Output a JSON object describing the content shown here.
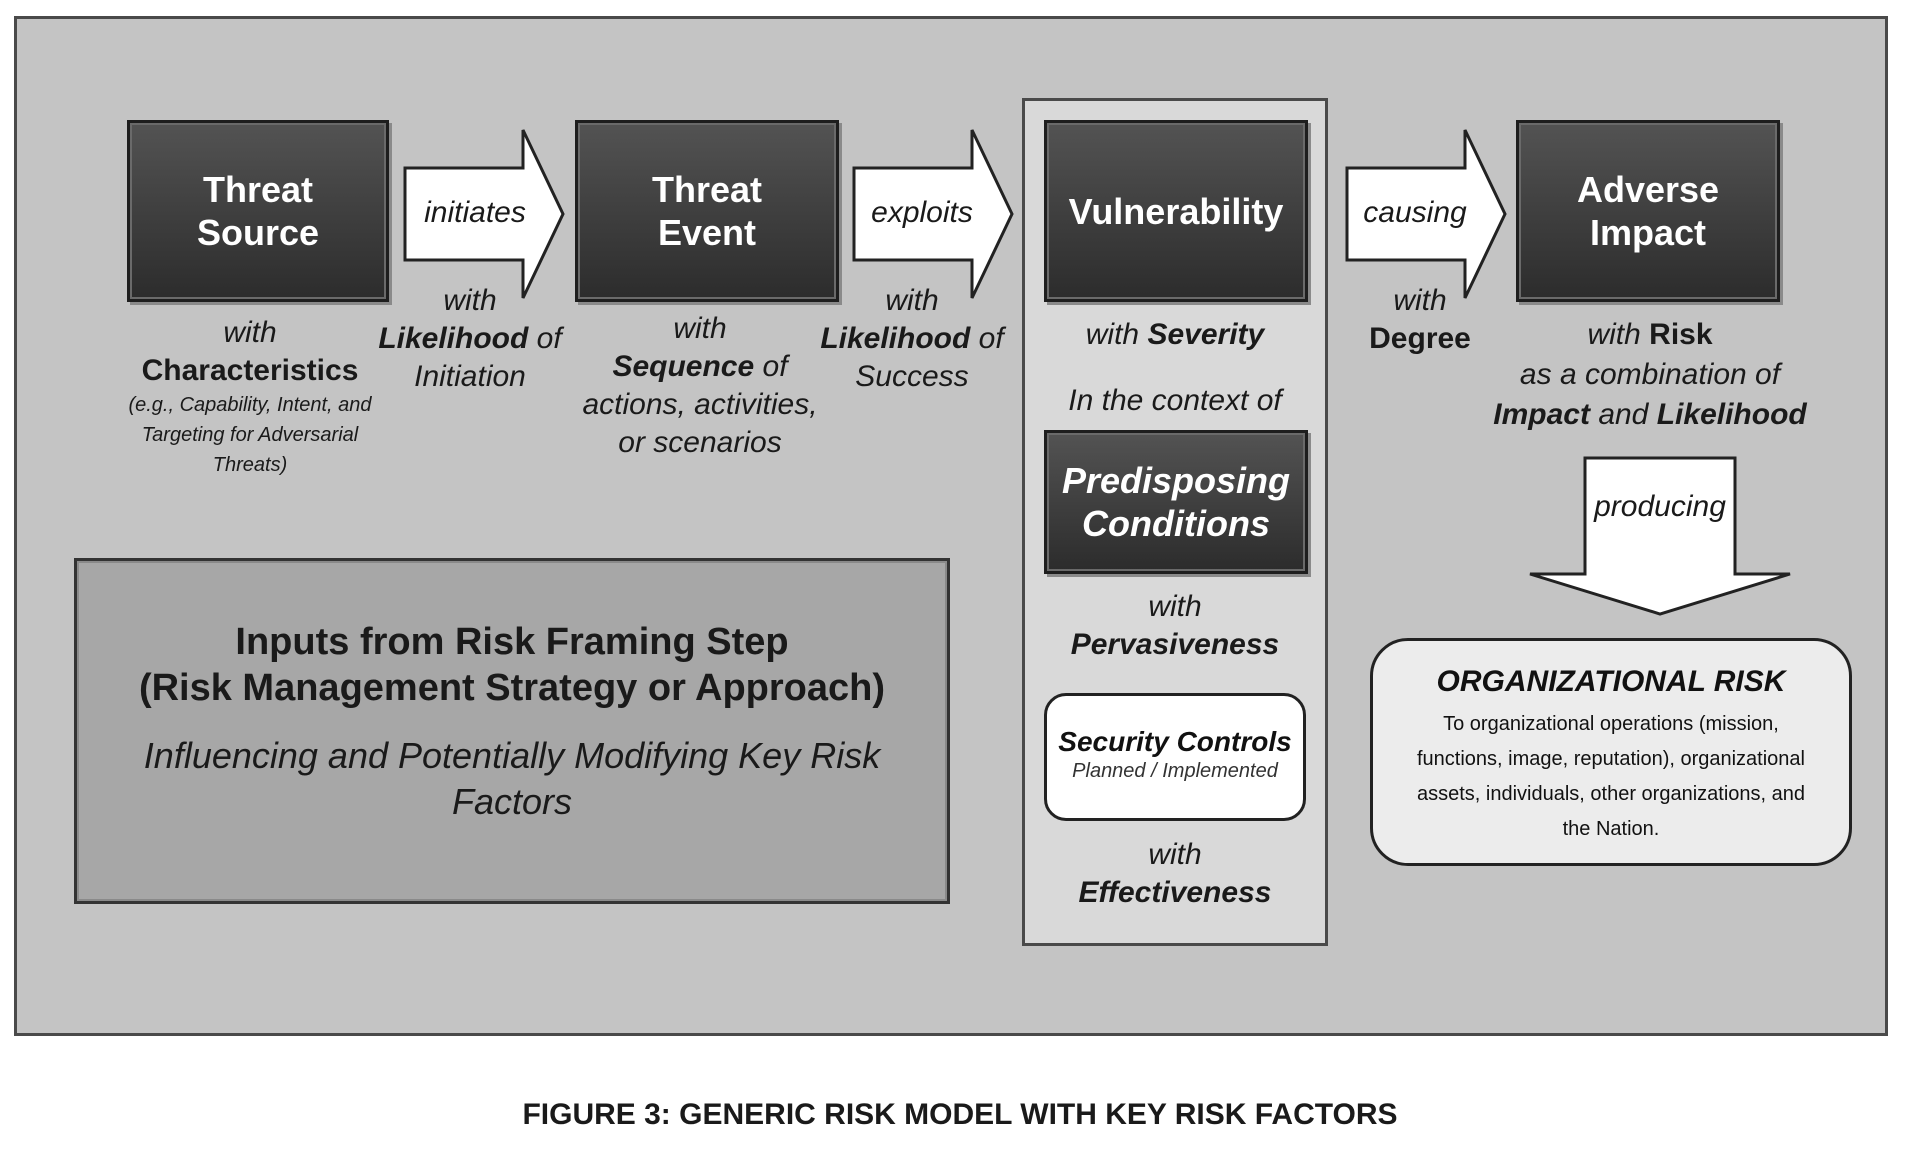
{
  "nodes": {
    "threat_source": {
      "line1": "Threat",
      "line2": "Source"
    },
    "threat_event": {
      "line1": "Threat",
      "line2": "Event"
    },
    "vulnerability": {
      "label": "Vulnerability"
    },
    "adverse_impact": {
      "line1": "Adverse",
      "line2": "Impact"
    },
    "predisposing": {
      "line1": "Predisposing",
      "line2": "Conditions"
    },
    "security_controls": {
      "title": "Security Controls",
      "subtitle": "Planned / Implemented"
    }
  },
  "arrows": {
    "initiates": "initiates",
    "exploits": "exploits",
    "causing": "causing",
    "producing": "producing"
  },
  "captions": {
    "source": {
      "with": "with",
      "bold": "Characteristics",
      "detail1": "(e.g., Capability, Intent, and",
      "detail2": "Targeting for Adversarial",
      "detail3": "Threats)"
    },
    "initiation": {
      "with": "with",
      "bold": "Likelihood",
      "of": "of",
      "rest": "Initiation"
    },
    "event": {
      "with": "with",
      "bold": "Sequence",
      "of": "of",
      "line3": "actions, activities,",
      "line4": "or scenarios"
    },
    "success": {
      "with": "with",
      "bold": "Likelihood",
      "of": "of",
      "rest": "Success"
    },
    "severity": {
      "with": "with",
      "bold": "Severity"
    },
    "context": "In the context of",
    "pervasiveness": {
      "with": "with",
      "bold": "Pervasiveness"
    },
    "effectiveness": {
      "with": "with",
      "bold": "Effectiveness"
    },
    "degree": {
      "with": "with",
      "bold": "Degree"
    },
    "risk": {
      "with": "with",
      "bold": "Risk",
      "line2": "as a combination of",
      "bold2": "Impact",
      "and": "and",
      "bold3": "Likelihood"
    }
  },
  "inputs": {
    "title1": "Inputs from Risk Framing Step",
    "title2": "(Risk Management Strategy or Approach)",
    "subtitle": "Influencing and Potentially Modifying Key Risk Factors"
  },
  "org_risk": {
    "title": "ORGANIZATIONAL RISK",
    "text": "To organizational operations (mission, functions, image, reputation), organizational assets, individuals, other organizations, and the Nation."
  },
  "figure_caption": "FIGURE 3: GENERIC RISK MODEL WITH KEY RISK FACTORS"
}
